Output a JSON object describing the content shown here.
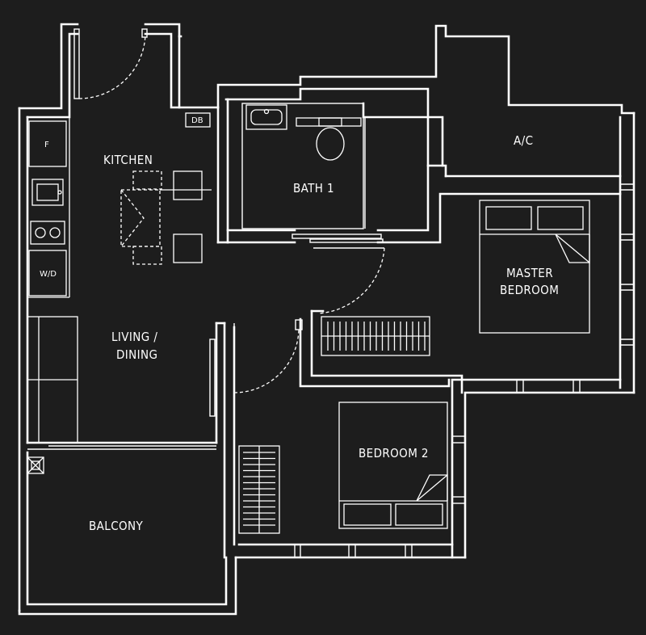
{
  "rooms": {
    "kitchen": "KITCHEN",
    "bath1": "BATH 1",
    "ac": "A/C",
    "master_line1": "MASTER",
    "master_line2": "BEDROOM",
    "living_line1": "LIVING /",
    "living_line2": "DINING",
    "bedroom2": "BEDROOM 2",
    "balcony": "BALCONY"
  },
  "fixtures": {
    "fridge": "F",
    "washer_dryer": "W/D",
    "distribution_board": "DB"
  },
  "colors": {
    "background": "#1d1d1d",
    "lines": "#ffffff"
  }
}
